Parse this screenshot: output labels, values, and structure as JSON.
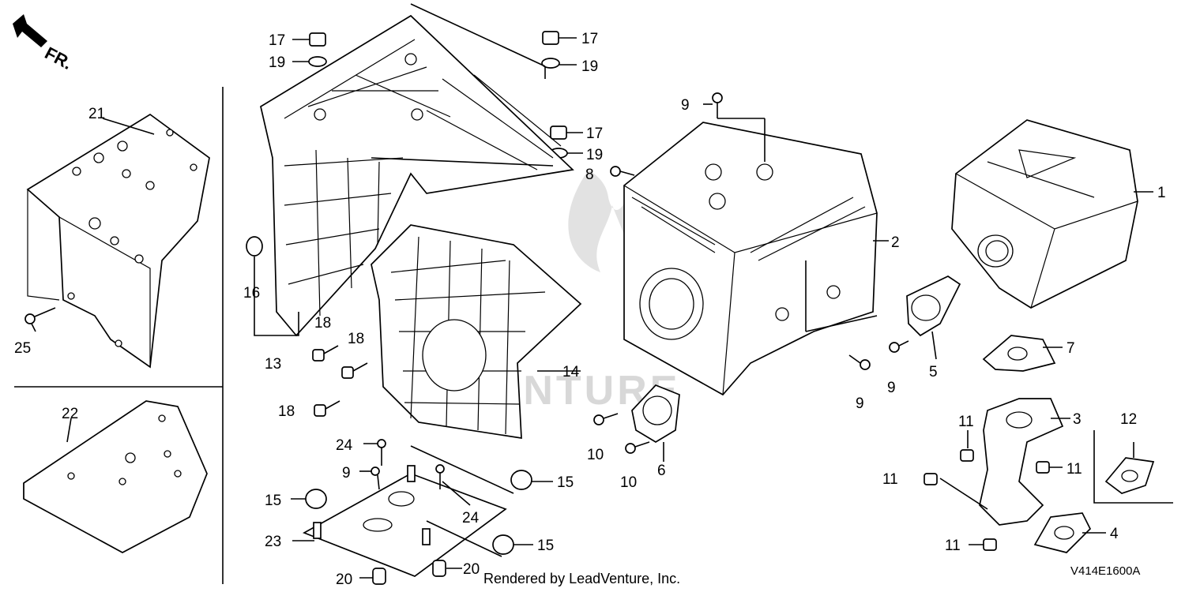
{
  "direction_label": "FR.",
  "diagram_code": "V414E1600A",
  "footer": "Rendered by LeadVenture, Inc.",
  "watermark": "VENTURE",
  "callouts": {
    "c1": "1",
    "c2": "2",
    "c3": "3",
    "c4": "4",
    "c5": "5",
    "c6": "6",
    "c7": "7",
    "c8": "8",
    "c9a": "9",
    "c9b": "9",
    "c9c": "9",
    "c9d": "9",
    "c10a": "10",
    "c10b": "10",
    "c11a": "11",
    "c11b": "11",
    "c11c": "11",
    "c11d": "11",
    "c12": "12",
    "c13": "13",
    "c14": "14",
    "c15a": "15",
    "c15b": "15",
    "c15c": "15",
    "c16": "16",
    "c17a": "17",
    "c17b": "17",
    "c17c": "17",
    "c18a": "18",
    "c18b": "18",
    "c18c": "18",
    "c19a": "19",
    "c19b": "19",
    "c19c": "19",
    "c20a": "20",
    "c20b": "20",
    "c21": "21",
    "c22": "22",
    "c23": "23",
    "c24a": "24",
    "c24b": "24",
    "c25": "25"
  }
}
